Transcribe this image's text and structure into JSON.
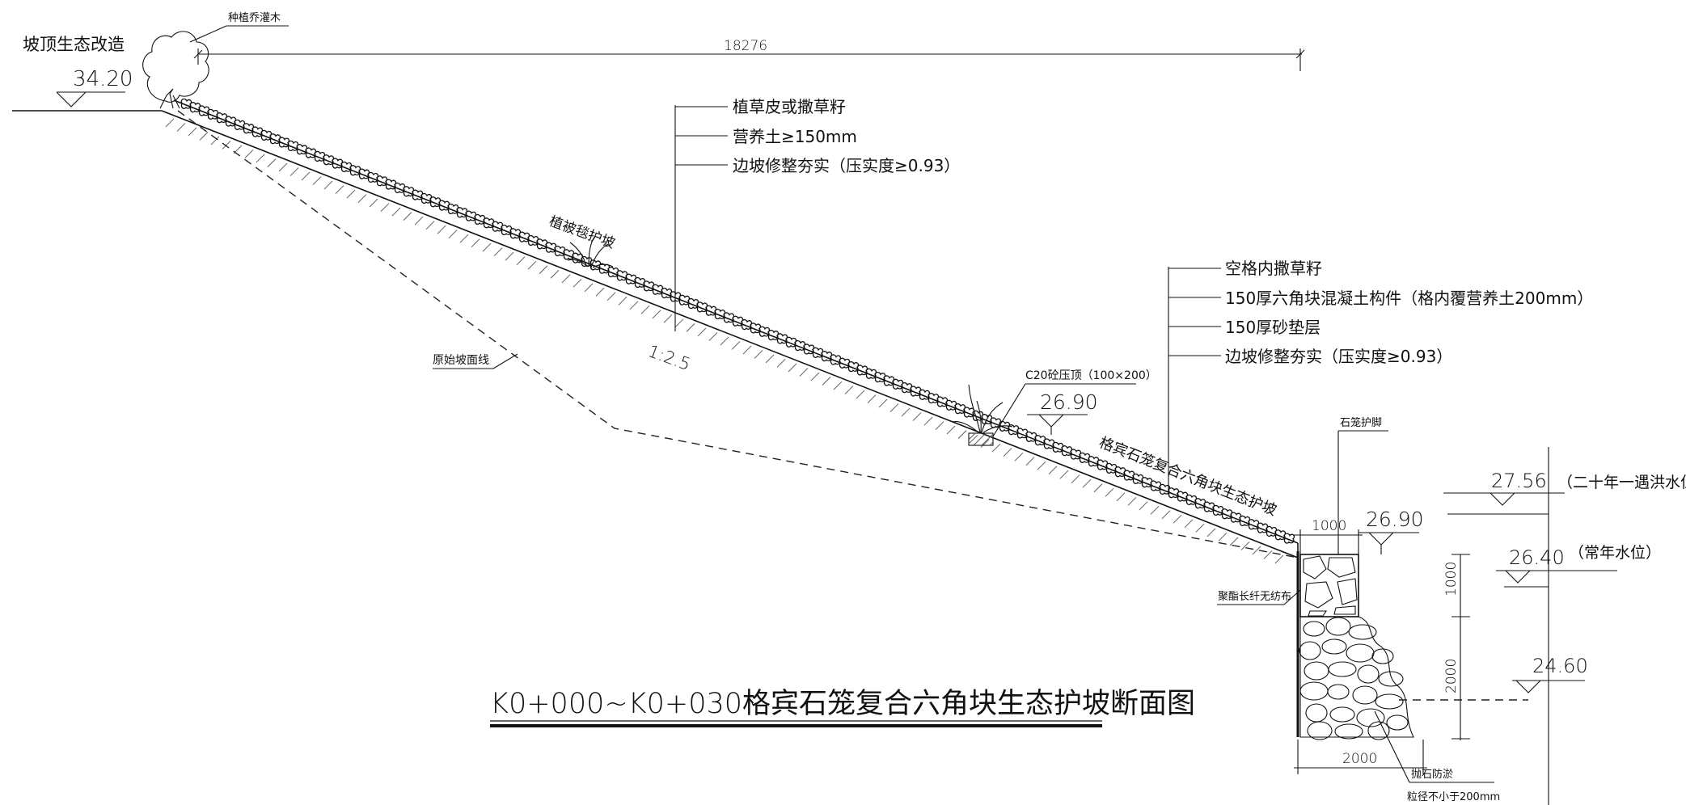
{
  "title": "K0+000~K0+030格宾石笼复合六角块生态护坡断面图",
  "top": {
    "label_top_ecology": "坡顶生态改造",
    "label_tree": "种植乔灌木",
    "elevation_top": "34.20",
    "dimension_length": "18276"
  },
  "slope_upper_layers": [
    "植草皮或撒草籽",
    "营养土≥150mm",
    "边坡修整夯实（压实度≥0.93）"
  ],
  "slope_ratio": "1:2.5",
  "label_planting": "植被毯护坡",
  "label_original_ground": "原始坡面线",
  "label_curb": "C20砼压顶（100×200）",
  "elevation_curb": "26.90",
  "slope_lower_layers": [
    "空格内撒草籽",
    "150厚六角块混凝土构件（格内覆营养土200mm）",
    "150厚砂垫层",
    "边坡修整夯实（压实度≥0.93）"
  ],
  "label_composite_slope": "格宾石笼复合六角块生态护坡",
  "toe": {
    "label_gabion_toe": "石笼护脚",
    "label_geotextile": "聚酯长纤无纺布",
    "dim_top_width": "1000",
    "elevation_gabion_top": "26.90",
    "dim_upper_height": "1000",
    "dim_lower_height": "2000",
    "dim_bottom_width": "2000",
    "label_riprap": "抛石防淤",
    "label_riprap_size": "粒径不小于200mm"
  },
  "water_levels": {
    "flood_elev": "27.56",
    "flood_label": "（二十年一遇洪水位）",
    "normal_elev": "26.40",
    "normal_label": "（常年水位）",
    "bottom_elev": "24.60"
  }
}
